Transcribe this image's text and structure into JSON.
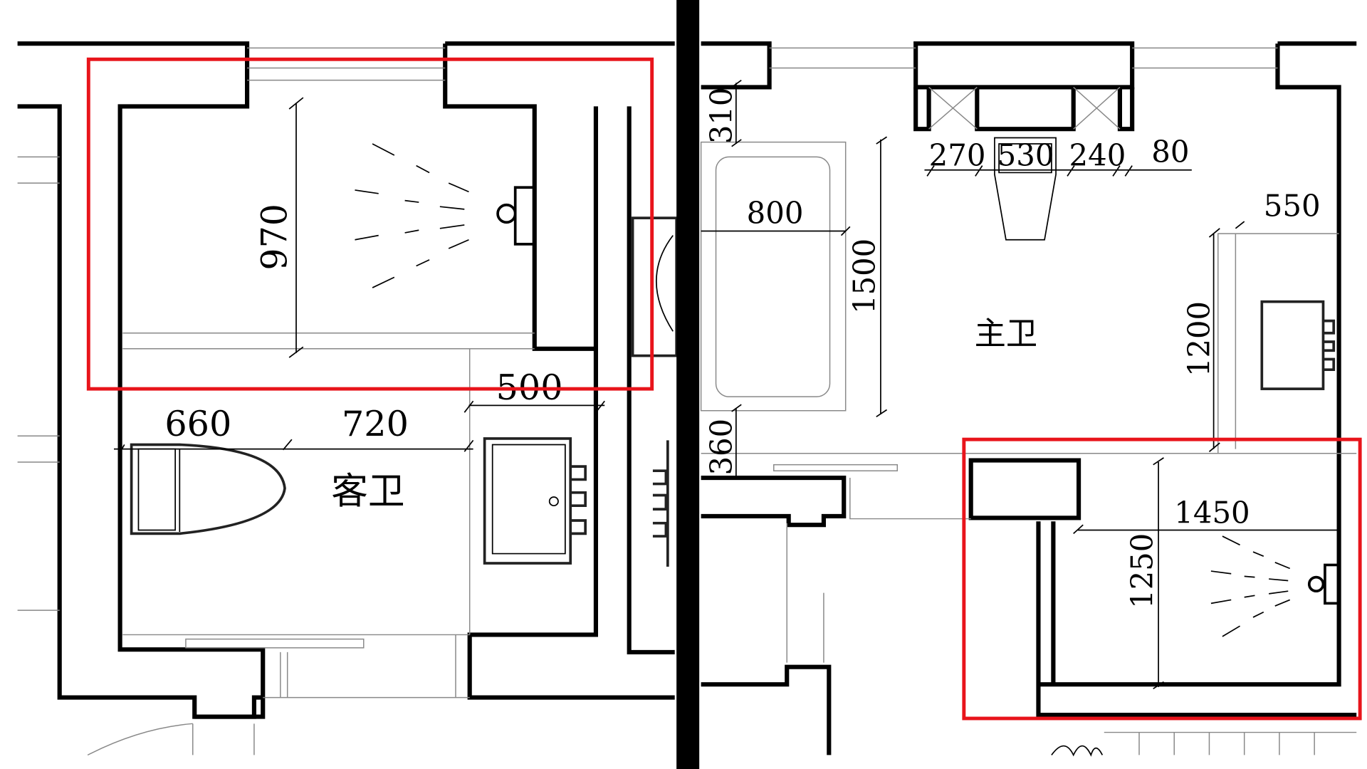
{
  "left_plan": {
    "room_label": "客卫",
    "dimensions": [
      "970",
      "500",
      "660",
      "720"
    ]
  },
  "right_plan": {
    "room_label": "主卫",
    "dimensions": [
      "310",
      "270",
      "530",
      "240",
      "80",
      "800",
      "1500",
      "550",
      "1200",
      "360",
      "1450",
      "1250"
    ]
  },
  "colors": {
    "highlight": "#e8141b",
    "divider": "#000000",
    "walls": "#000000"
  },
  "icons": [
    "shower-head-icon",
    "toilet-icon",
    "sink-icon",
    "bathtub-icon",
    "plant-icon"
  ]
}
